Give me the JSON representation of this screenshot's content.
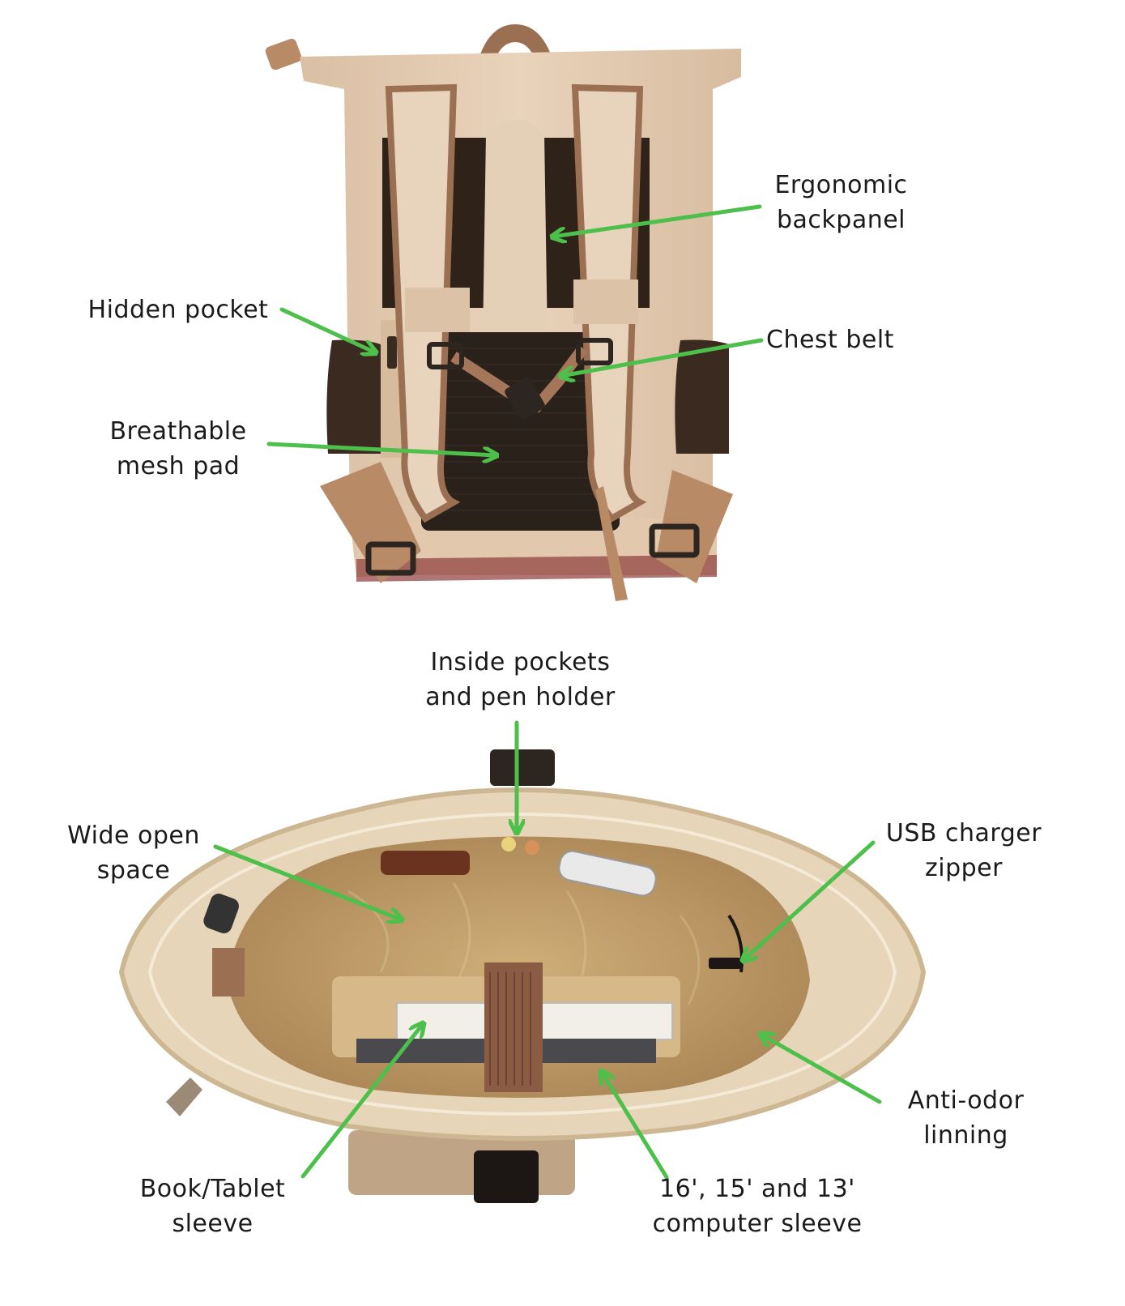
{
  "accent_color": "#4cc04a",
  "labels": {
    "ergonomic_backpanel": [
      "Ergonomic",
      "backpanel"
    ],
    "hidden_pocket": [
      "Hidden pocket"
    ],
    "chest_belt": [
      "Chest belt"
    ],
    "breathable_mesh_pad": [
      "Breathable",
      "mesh pad"
    ],
    "inside_pockets": [
      "Inside pockets",
      "and pen holder"
    ],
    "wide_open_space": [
      "Wide open",
      "space"
    ],
    "usb_charger_zipper": [
      "USB charger",
      "zipper"
    ],
    "anti_odor_lining": [
      "Anti-odor",
      "linning"
    ],
    "book_tablet_sleeve": [
      "Book/Tablet",
      "sleeve"
    ],
    "computer_sleeve": [
      "16', 15' and 13'",
      "computer sleeve"
    ]
  },
  "images": {
    "back_view": "backpack-back-view",
    "inside_view": "backpack-inside-view"
  }
}
